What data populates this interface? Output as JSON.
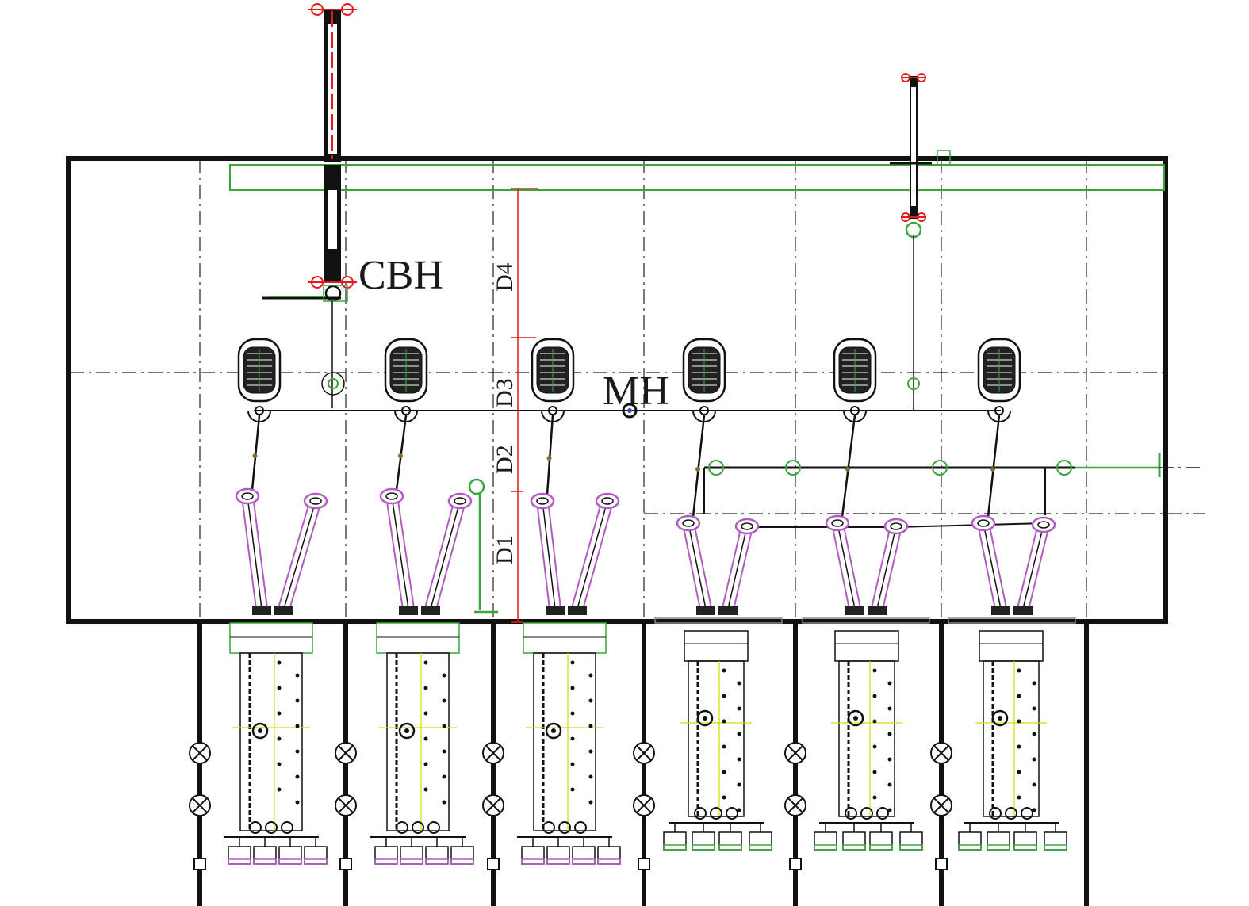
{
  "labels": {
    "cbh": "CBH",
    "mh": "MH"
  },
  "dimensions": [
    "D1",
    "D2",
    "D3",
    "D4"
  ],
  "colors": {
    "outline": "#111111",
    "green": "#3aa63a",
    "red": "#e01b1b",
    "purple": "#b05cc0",
    "yellow": "#d8d800",
    "gray": "#888888"
  },
  "icons": {
    "valve_symbol": "circle-cross-icon",
    "crane_hook": "crane-hook-icon"
  }
}
